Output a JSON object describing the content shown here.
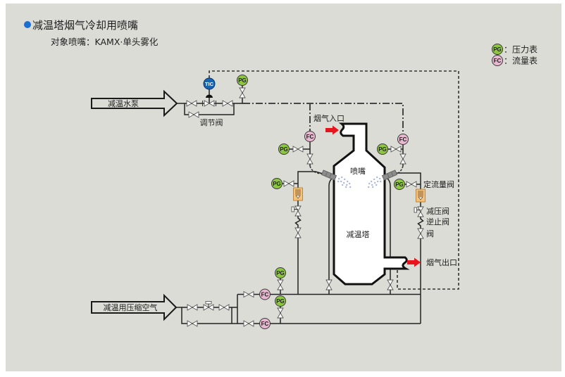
{
  "title": "减温塔烟气冷却用喷嘴",
  "subtitle": "对象喷嘴：KAMX·单头雾化",
  "legend": [
    {
      "symbol": "PG",
      "label": "：压力表"
    },
    {
      "symbol": "FC",
      "label": "：流量表"
    }
  ],
  "instruments": {
    "tic": "TIC",
    "pg": "PG",
    "fc": "FC"
  },
  "labels": {
    "water_pump": "减温水泵",
    "control_valve": "调节阀",
    "gas_inlet": "烟气入口",
    "nozzle": "喷嘴",
    "tower": "减温塔",
    "constant_flow_valve": "定流量阀",
    "pressure_reducing_valve": "减压阀",
    "check_valve": "逆止阀",
    "valve": "阀",
    "gas_outlet": "烟气出口",
    "compressed_air": "减温用压缩空气"
  },
  "colors": {
    "panel": "#dcdcd6",
    "pg": "#8dc63f",
    "fc": "#e7b6cf",
    "tic": "#1764b3",
    "red": "#e6141b",
    "rota": "#f5c37e",
    "bullet": "#1a6fd1",
    "spray": "#a7b9d6"
  }
}
